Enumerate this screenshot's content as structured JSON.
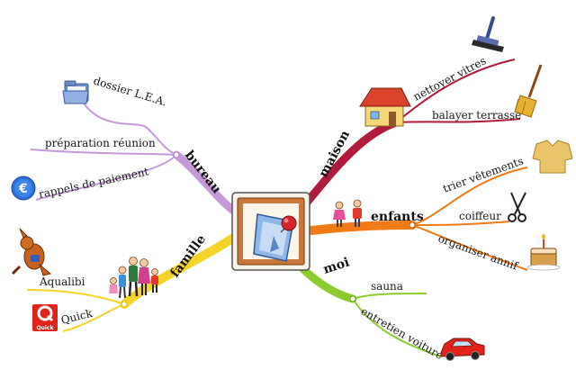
{
  "center": {
    "icon": "pinned-note-icon"
  },
  "branches": [
    {
      "id": "maison",
      "label": "maison",
      "color": "#b21a3c",
      "icon": "house-icon",
      "children": [
        {
          "label": "nettoyer vitres",
          "icon": "squeegee-icon"
        },
        {
          "label": "balayer terrasse",
          "icon": "broom-icon"
        }
      ]
    },
    {
      "id": "enfants",
      "label": "enfants",
      "color": "#f07a14",
      "icon": "children-icon",
      "children": [
        {
          "label": "trier vêtements",
          "icon": "sweater-icon"
        },
        {
          "label": "coiffeur",
          "icon": "scissors-icon"
        },
        {
          "label": "organiser annif",
          "icon": "birthday-cake-icon"
        }
      ]
    },
    {
      "id": "moi",
      "label": "moi",
      "color": "#8ccc2e",
      "children": [
        {
          "label": "sauna"
        },
        {
          "label": "entretien voiture",
          "icon": "car-icon"
        }
      ]
    },
    {
      "id": "famille",
      "label": "famille",
      "color": "#f5d428",
      "icon": "family-icon",
      "children": [
        {
          "label": "Aqualibi",
          "icon": "kangaroo-icon"
        },
        {
          "label": "Quick",
          "icon": "quick-logo-icon",
          "logo_text": "Quick"
        }
      ]
    },
    {
      "id": "bureau",
      "label": "bureau",
      "color": "#c69ad8",
      "children": [
        {
          "label": "dossier L.E.A.",
          "icon": "folder-icon"
        },
        {
          "label": "préparation réunion"
        },
        {
          "label": "rappels de paiement",
          "icon": "euro-icon",
          "icon_text": "€"
        }
      ]
    }
  ]
}
